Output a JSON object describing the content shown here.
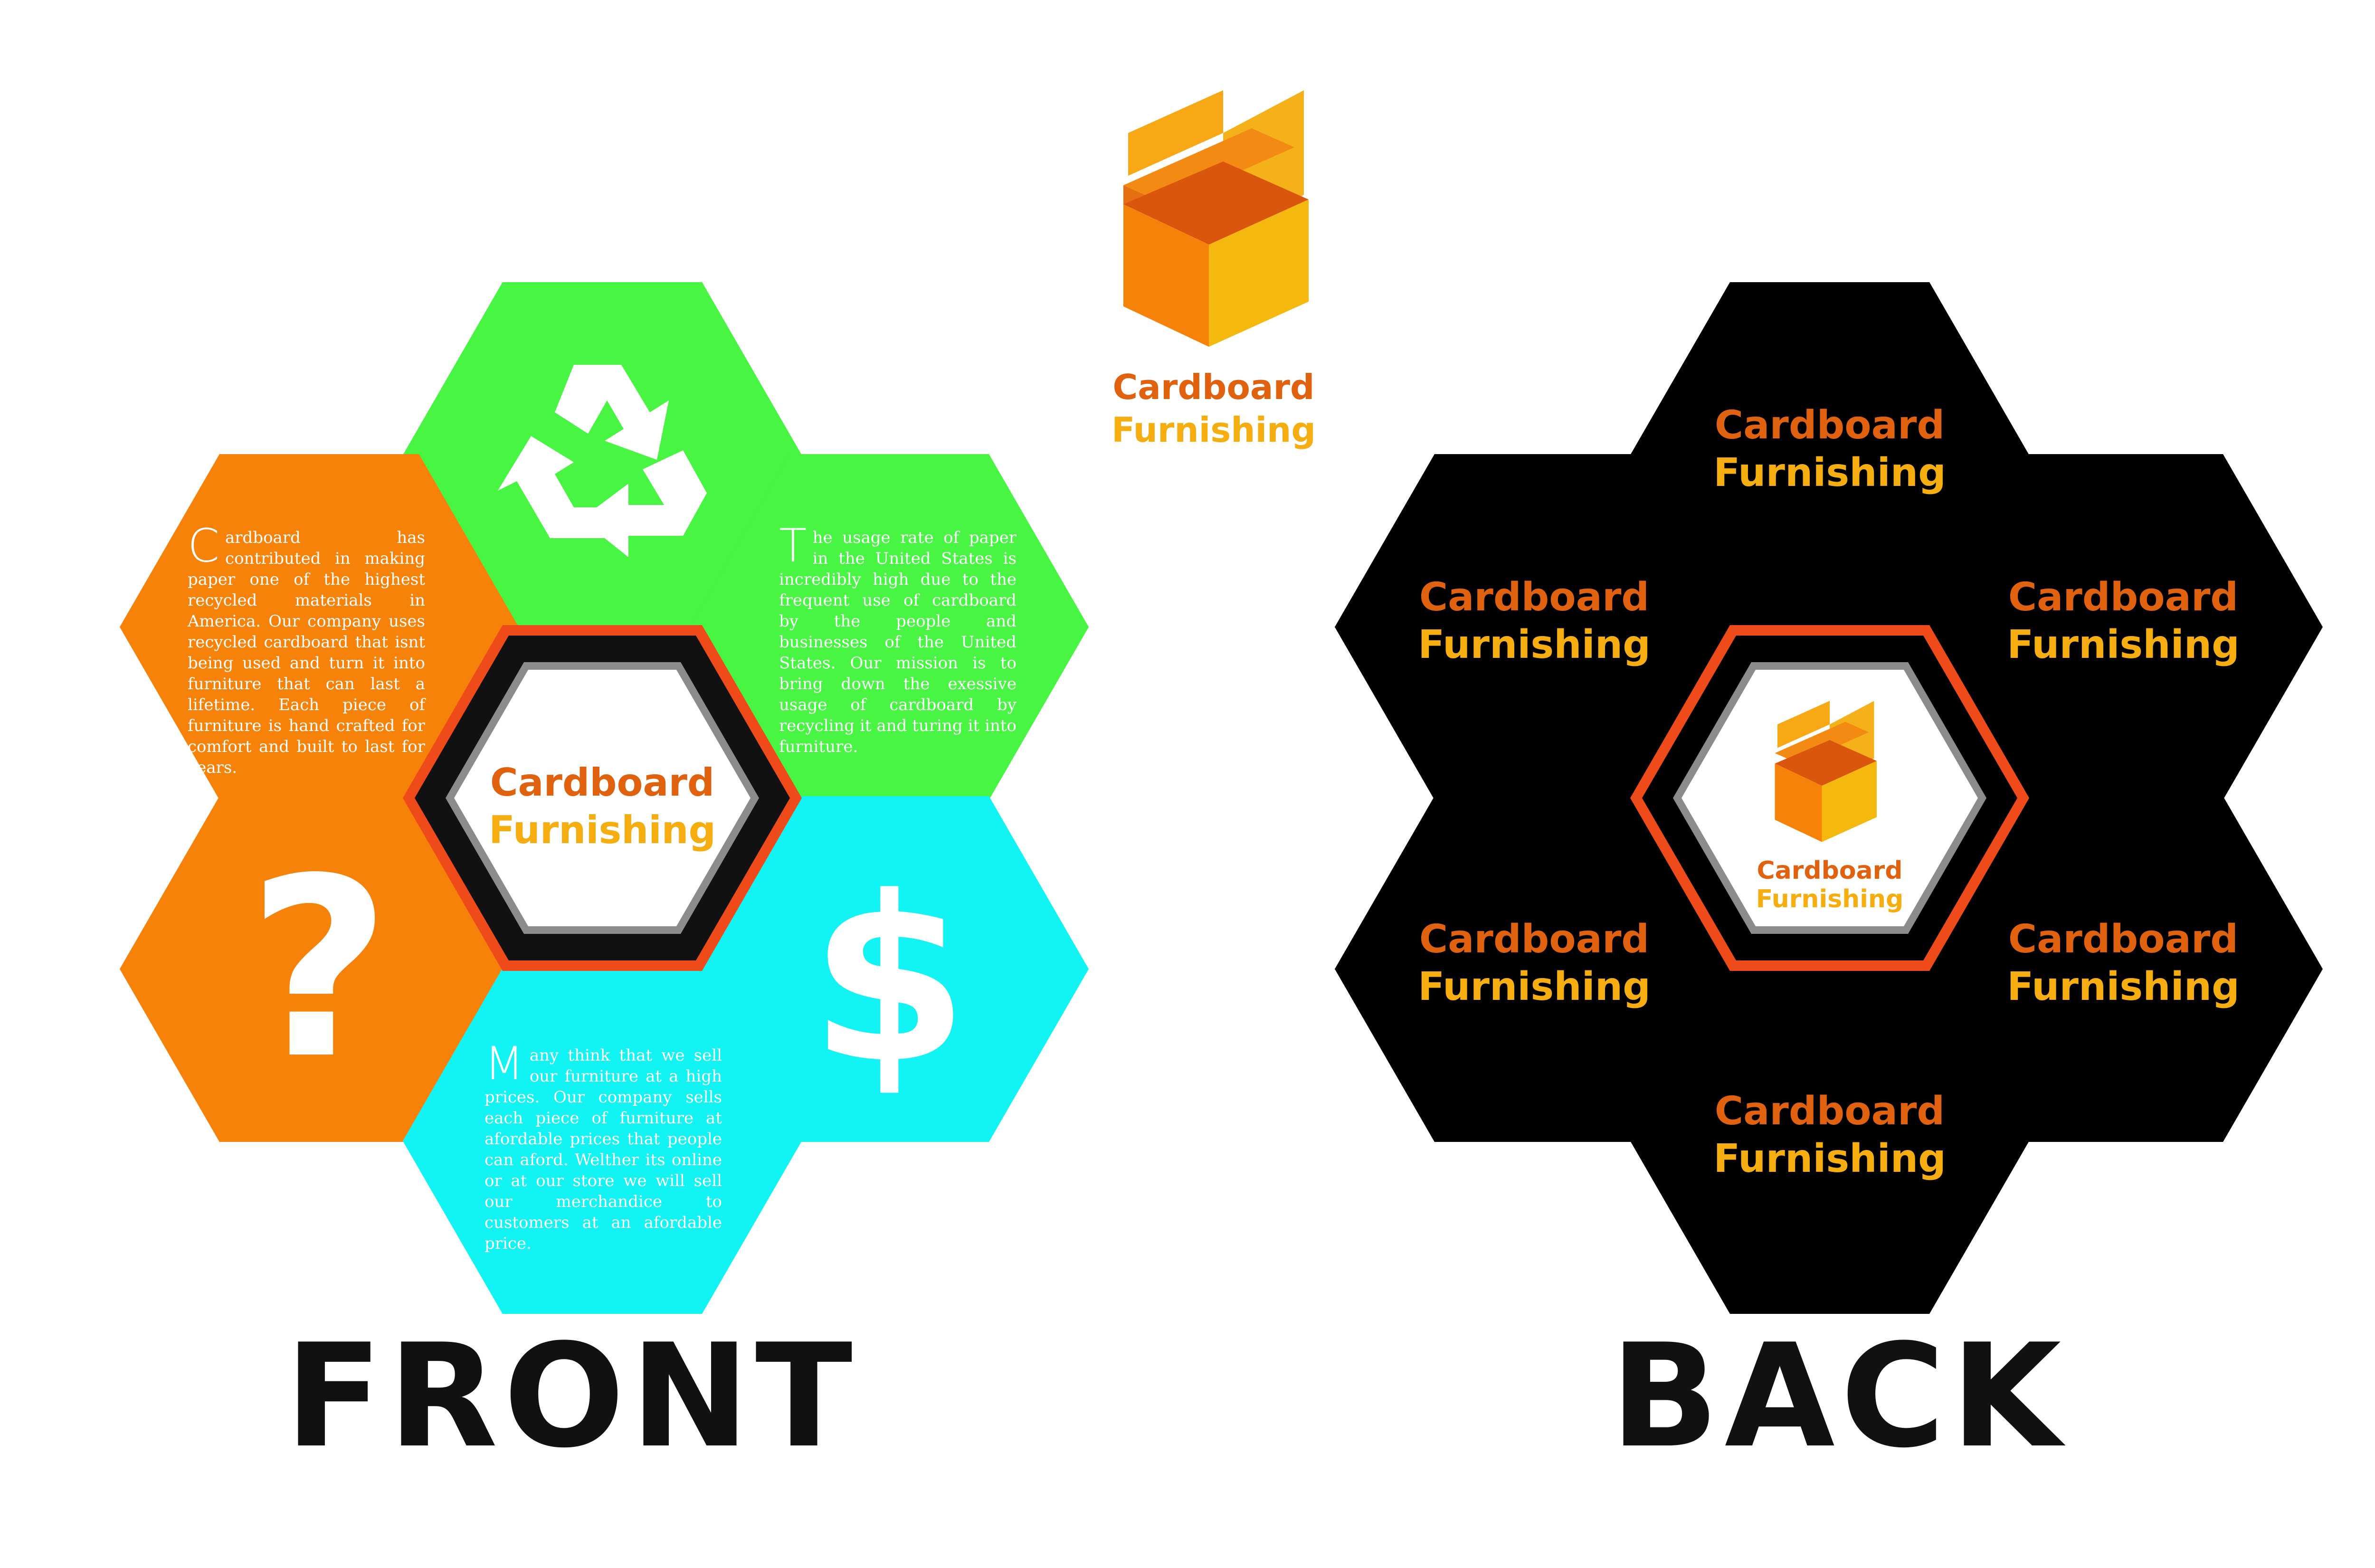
{
  "brand": {
    "line1": "Cardboard",
    "line2": "Furnishing",
    "color_line1": "#e0620f",
    "color_line2": "#f5ad10"
  },
  "front": {
    "label": "FRONT",
    "paragraphs": {
      "cardboard_history": {
        "cap": "C",
        "text": "ardboard has contributed in making paper one of the highest recycled materials in America. Our company uses recycled cardboard that isnt being used and turn it into furniture that can last a lifetime. Each piece of furniture is hand crafted for comfort and built to last for years."
      },
      "usage_rate": {
        "cap": "T",
        "text": "he usage rate of paper in the United States is incredibly high due to the frequent use of cardboard by the people and businesses of the United States. Our mission is to bring down the exessive usage of cardboard by recycling it and turing it into furniture."
      },
      "pricing": {
        "cap": "M",
        "text": "any think that we sell our furniture at a high prices. Our company sells each piece of furniture at afordable prices that people can aford. Welther its online or at our store we will sell our merchandice to customers at an afordable price."
      }
    },
    "icons": {
      "recycle": "recycle-icon",
      "question": "?",
      "dollar": "$"
    },
    "colors": {
      "orange": "#f7820a",
      "green": "#47f542",
      "cyan": "#12f3f3",
      "ring_black": "#111111",
      "ring_red": "#ef4b1a"
    }
  },
  "back": {
    "label": "BACK",
    "hex_fill": "#000000"
  }
}
